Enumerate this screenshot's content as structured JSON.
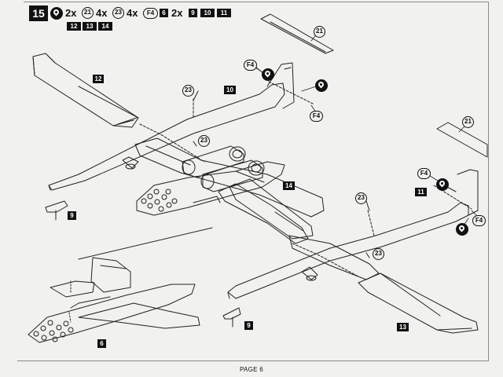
{
  "header": {
    "step_number": "15",
    "glue_qty": "2x",
    "part_21_qty": "4x",
    "part_23_qty": "4x",
    "decal_f4": "F4",
    "decals_qty": "2x",
    "decal_tags": [
      "6",
      "9",
      "10",
      "11",
      "12",
      "13",
      "14"
    ],
    "part_21": "21",
    "part_23": "23"
  },
  "callouts": {
    "part_21": "21",
    "part_23": "23",
    "decal_f4": "F4",
    "decal_6": "6",
    "decal_9": "9",
    "decal_10": "10",
    "decal_11": "11",
    "decal_12": "12",
    "decal_13": "13",
    "decal_14": "14"
  },
  "footer": {
    "page_label": "PAGE 6"
  },
  "icons": [
    "glue-icon",
    "wing-drawing",
    "spaceship-drawing",
    "engine-pod-drawing"
  ]
}
